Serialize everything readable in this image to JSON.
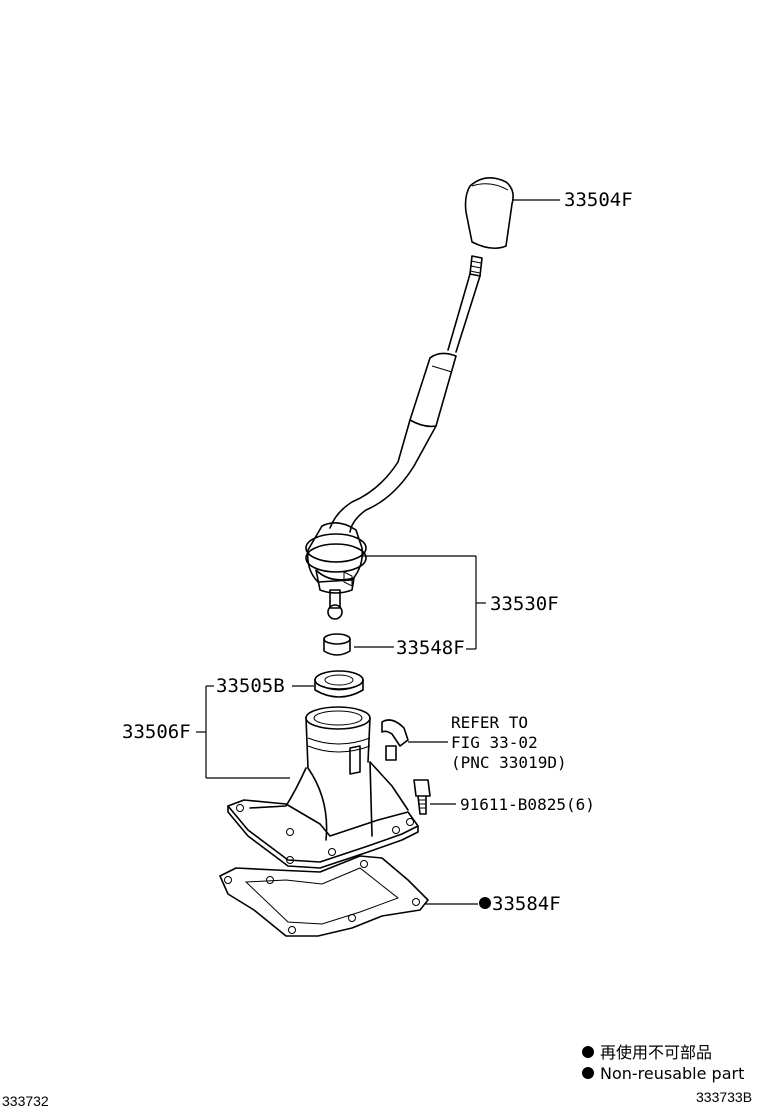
{
  "parts": {
    "knob": "33504F",
    "lever_assy": "33530F",
    "bushing": "33548F",
    "boot_retainer": "33505B",
    "housing": "33506F",
    "gasket": "33584F",
    "bolt": "91611-B0825(6)"
  },
  "reference": {
    "line1": "REFER TO",
    "line2": "FIG 33-02",
    "line3": "(PNC 33019D)"
  },
  "legend": {
    "jp": "再使用不可部品",
    "en": "Non-reusable part"
  },
  "ids": {
    "left": "333732",
    "right": "333733B"
  }
}
